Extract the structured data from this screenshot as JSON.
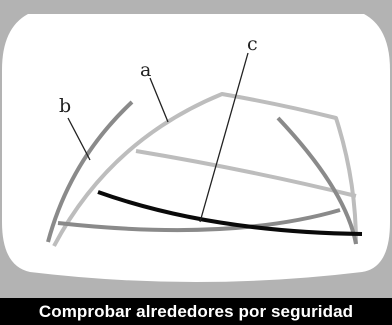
{
  "colors": {
    "frame": "#b3b3b3",
    "monitor": "#ffffff",
    "guide_light": "#bdbdbd",
    "guide_dark": "#8a8a8a",
    "guide_black": "#0a0a0a",
    "leader": "#222222",
    "caption_bg": "#000000",
    "caption_text": "#ffffff"
  },
  "callouts": {
    "a": "a",
    "b": "b",
    "c": "c"
  },
  "caption": "Comprobar alrededores por seguridad"
}
